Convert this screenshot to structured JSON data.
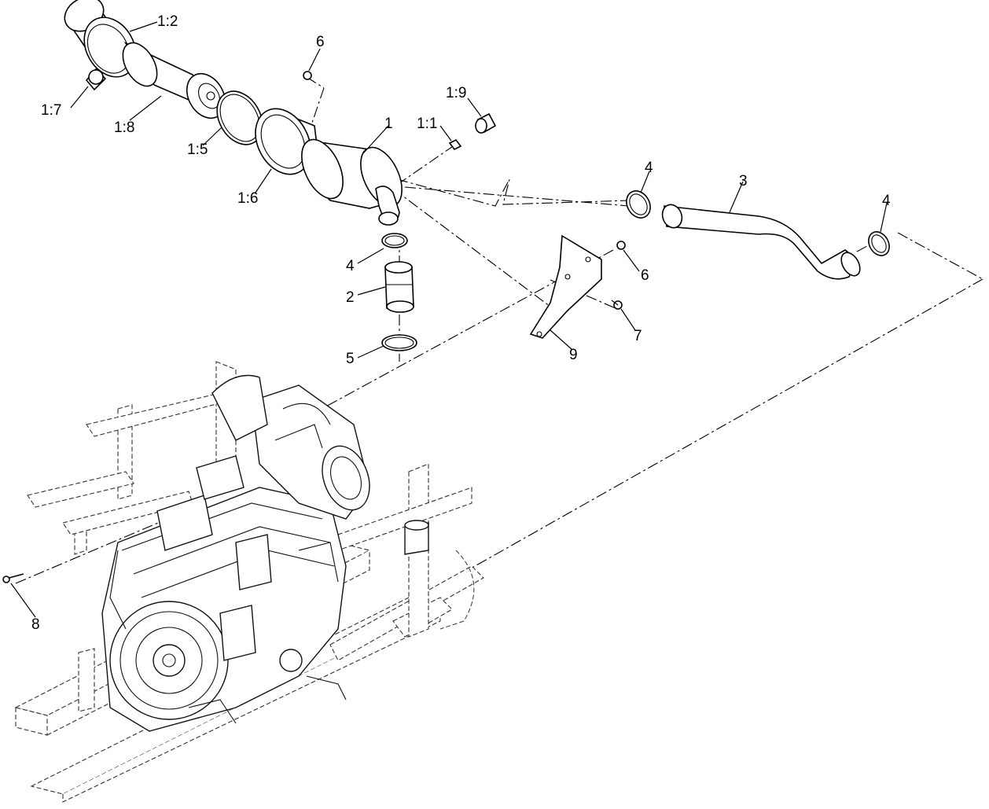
{
  "diagram": {
    "callouts": [
      {
        "id": "c-1-2",
        "text": "1:2"
      },
      {
        "id": "c-1-7",
        "text": "1:7"
      },
      {
        "id": "c-1-8",
        "text": "1:8"
      },
      {
        "id": "c-6a",
        "text": "6"
      },
      {
        "id": "c-1-5",
        "text": "1:5"
      },
      {
        "id": "c-1-6",
        "text": "1:6"
      },
      {
        "id": "c-1",
        "text": "1"
      },
      {
        "id": "c-1-1",
        "text": "1:1"
      },
      {
        "id": "c-1-9",
        "text": "1:9"
      },
      {
        "id": "c-4a",
        "text": "4"
      },
      {
        "id": "c-3",
        "text": "3"
      },
      {
        "id": "c-4b",
        "text": "4"
      },
      {
        "id": "c-4c",
        "text": "4"
      },
      {
        "id": "c-2",
        "text": "2"
      },
      {
        "id": "c-5",
        "text": "5"
      },
      {
        "id": "c-6b",
        "text": "6"
      },
      {
        "id": "c-7",
        "text": "7"
      },
      {
        "id": "c-9",
        "text": "9"
      },
      {
        "id": "c-8",
        "text": "8"
      }
    ]
  }
}
